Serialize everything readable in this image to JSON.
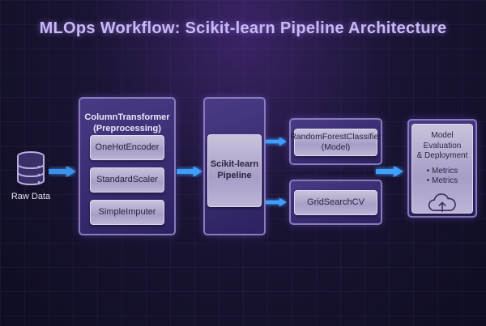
{
  "title": "MLOps Workflow: Scikit-learn Pipeline Architecture",
  "raw_data": {
    "label": "Raw Data",
    "icon": "database-icon"
  },
  "column_transformer": {
    "title_line1": "ColumnTransformer",
    "title_line2": "(Preprocessing)",
    "steps": [
      "OneHotEncoder",
      "StandardScaler",
      "SimpleImputer"
    ]
  },
  "pipeline": {
    "line1": "Scikit-learn",
    "line2": "Pipeline"
  },
  "model": {
    "line1": "RandomForestClassifier",
    "line2": "(Model)"
  },
  "grid_search": {
    "label": "GridSearchCV"
  },
  "evaluation": {
    "line1": "Model Evaluation",
    "line2": "& Deployment",
    "bullets": [
      "• Metrics",
      "• Metrics"
    ],
    "icon": "cloud-upload-icon"
  },
  "colors": {
    "arrow": "#3fa0ff",
    "title": "#c8b8f4",
    "panel_border": "#8a7bbd"
  }
}
